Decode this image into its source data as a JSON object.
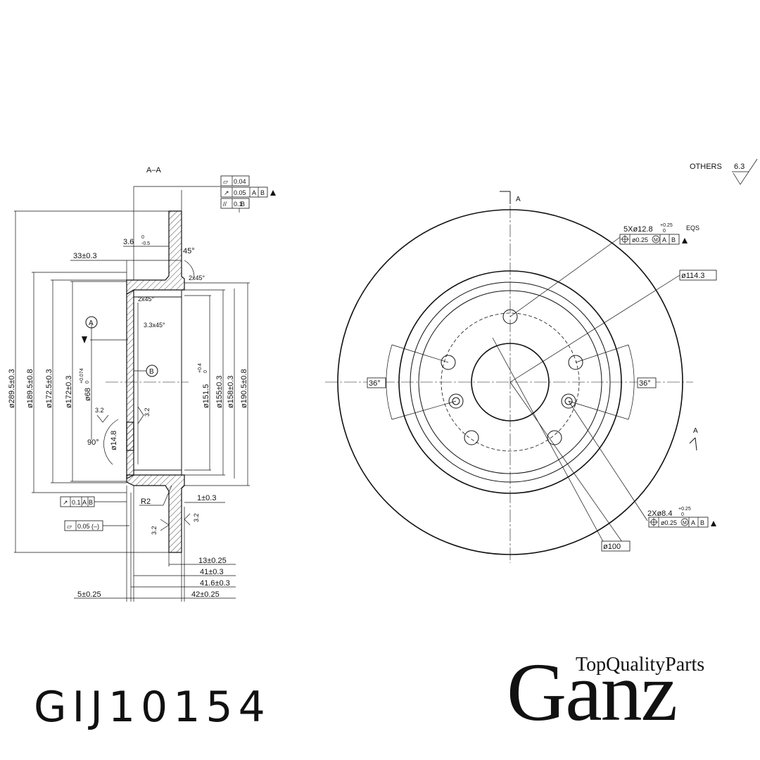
{
  "section_title": "A–A",
  "section_marks": [
    "A",
    "A"
  ],
  "surface_note": {
    "label": "OTHERS",
    "value": "6.3"
  },
  "part_number": "GIJ10154",
  "brand": {
    "name": "Ganz",
    "tagline": "TopQualityParts",
    "logo": "ganz-wordmark"
  },
  "feature_control_frames": {
    "top": [
      {
        "symbol": "flatness",
        "value": "0.04",
        "datums": []
      },
      {
        "symbol": "runout",
        "value": "0.05",
        "datums": [
          "A",
          "B"
        ]
      },
      {
        "symbol": "parallelism",
        "value": "0.1",
        "datums": [
          "B"
        ]
      }
    ],
    "left_runout": {
      "symbol": "runout",
      "value": "0.1",
      "datums": [
        "A",
        "B"
      ]
    },
    "left_flatness": {
      "symbol": "flatness",
      "value": "0.05 (–)"
    }
  },
  "datum_labels": [
    "A",
    "B"
  ],
  "section_dims": {
    "d289": "ø289.5±0.3",
    "d189": "ø189.5±0.8",
    "d172_5": "ø172.5±0.3",
    "d172": "ø172±0.3",
    "d68": "ø68",
    "d68_tol": "+0.074",
    "d68_tol_low": "0",
    "d151": "ø151.5",
    "d151_tol": "+0.4",
    "d151_tol_low": "0",
    "d155": "ø155±0.3",
    "d158": "ø158±0.3",
    "d190": "ø190.5±0.8",
    "d14_8": "ø14.8",
    "w33": "33±0.3",
    "w3_6": "3.6",
    "w3_6_tol_up": "0",
    "w3_6_tol_low": "-0.5",
    "ang45": "45°",
    "ch2x45_top": "2x45°",
    "ch2x45_in": "2x45°",
    "ch3_3": "3.3x45°",
    "ang90": "90°",
    "r2": "R2",
    "w1": "1±0.3",
    "rough_32": [
      "3.2",
      "3.2",
      "3.2",
      "3.2"
    ],
    "w13": "13±0.25",
    "w41": "41±0.3",
    "w41_6": "41.6±0.3",
    "w42": "42±0.25",
    "w5": "5±0.25"
  },
  "front_dims": {
    "holes5": "5Xø12.8",
    "holes5_tol_up": "+0.25",
    "holes5_tol_low": "0",
    "eqs": "EQS",
    "holes5_pos": {
      "value": "ø0.25",
      "modifier": "M",
      "datums": [
        "A",
        "B"
      ]
    },
    "pcd": "ø114.3",
    "ang36_left": "36°",
    "ang36_right": "36°",
    "holes2": "2Xø8.4",
    "holes2_tol_up": "+0.25",
    "holes2_tol_low": "0",
    "holes2_pos": {
      "value": "ø0.25",
      "modifier": "M",
      "datums": [
        "A",
        "B"
      ]
    },
    "d100": "ø100"
  }
}
